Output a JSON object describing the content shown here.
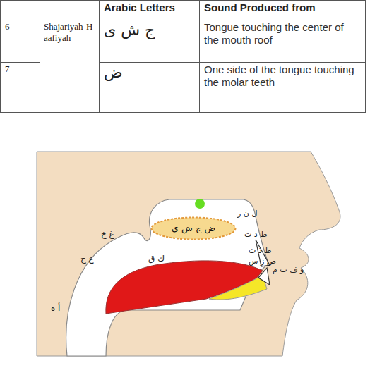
{
  "diagram": {
    "nodes": [
      {
        "text": [
          "ض ج ش ي"
        ]
      }
    ],
    "labels": [
      "Arabic Letters",
      "Sound Produced from",
      "6",
      "Shajariyah-Haafiyah",
      "ج ش ى",
      "Tongue touching the center of the mouth roof",
      "7",
      "ض",
      "One side of the tongue touching the molar teeth",
      "ل ن ر",
      "ط د ت",
      "ظ ذ ث",
      "و ف ب م",
      "ص ز س",
      "ك ق",
      "غ خ",
      "ع ح",
      "أ ه"
    ]
  }
}
